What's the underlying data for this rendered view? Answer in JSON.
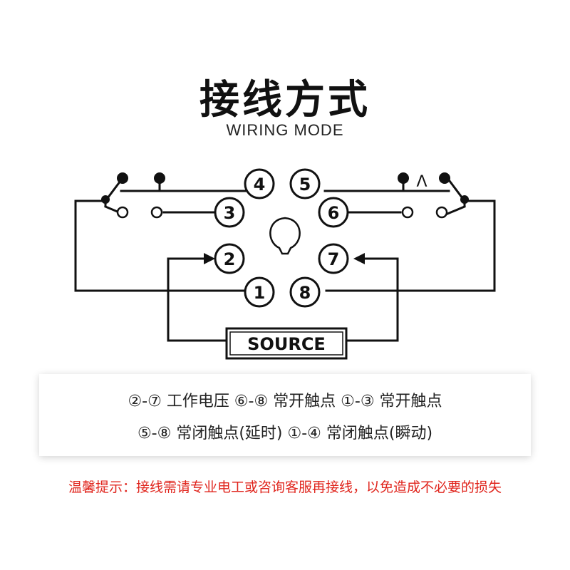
{
  "title": "接线方式",
  "subtitle": "WIRING MODE",
  "pins": {
    "p1": "1",
    "p2": "2",
    "p3": "3",
    "p4": "4",
    "p5": "5",
    "p6": "6",
    "p7": "7",
    "p8": "8"
  },
  "source_label": "SOURCE",
  "timer_symbol": "Λ",
  "legend": {
    "line1": "②-⑦ 工作电压  ⑥-⑧ 常开触点  ①-③ 常开触点",
    "line2": "⑤-⑧ 常闭触点(延时)  ①-④ 常闭触点(瞬动)"
  },
  "warning": "温馨提示：接线需请专业电工或咨询客服再接线，以免造成不必要的损失",
  "colors": {
    "warning": "#e0261e",
    "line": "#111111"
  }
}
